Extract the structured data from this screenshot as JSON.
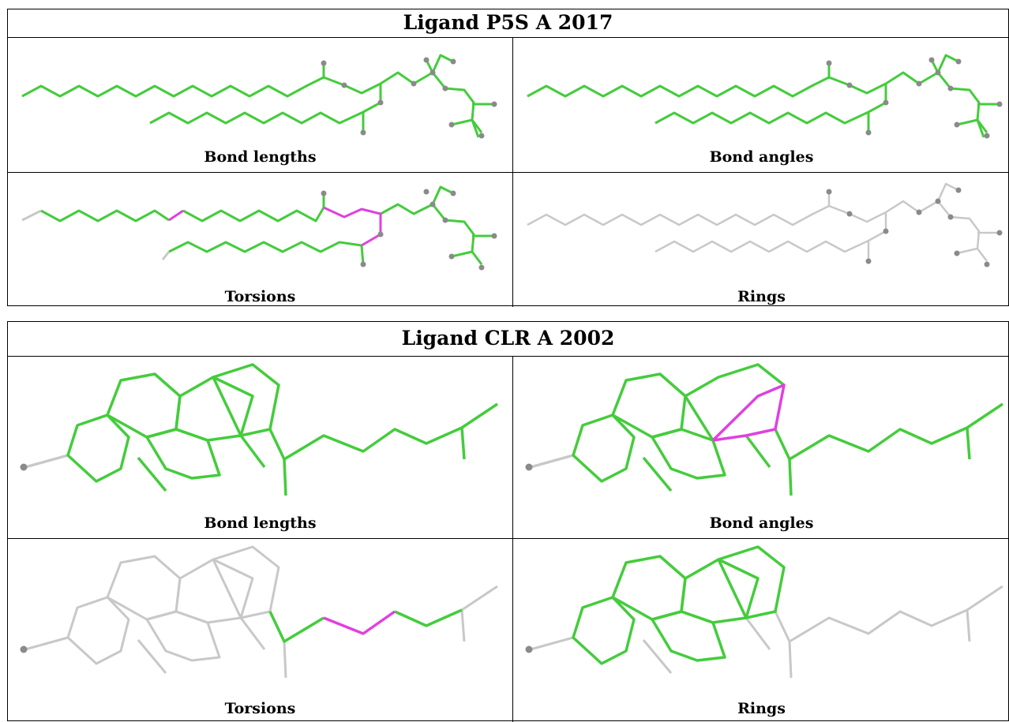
{
  "tables": [
    {
      "title": "Ligand P5S A 2017",
      "panels": [
        {
          "caption": "Bond lengths"
        },
        {
          "caption": "Bond angles"
        },
        {
          "caption": "Torsions"
        },
        {
          "caption": "Rings"
        }
      ]
    },
    {
      "title": "Ligand CLR A 2002",
      "panels": [
        {
          "caption": "Bond lengths"
        },
        {
          "caption": "Bond angles"
        },
        {
          "caption": "Torsions"
        },
        {
          "caption": "Rings"
        }
      ]
    }
  ],
  "colors": {
    "ok_bond": "#44cc3c",
    "outlier_bond": "#e040e0",
    "not_assessed": "#c8c8c8",
    "atom": "#8a8a8a",
    "border": "#000000"
  }
}
